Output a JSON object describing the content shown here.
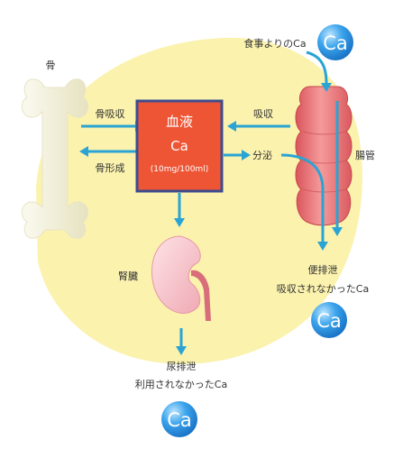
{
  "labels": {
    "bone": "骨",
    "bone_resorption": "骨吸収",
    "bone_formation": "骨形成",
    "blood_line1": "血液",
    "blood_line2": "Ca",
    "blood_line3": "(10mg/100ml)",
    "absorption": "吸収",
    "secretion": "分泌",
    "intestine": "腸管",
    "food_ca": "食事よりのCa",
    "kidney": "腎臓",
    "urine_line1": "尿排泄",
    "urine_line2": "利用されなかったCa",
    "feces_line1": "便排泄",
    "feces_line2": "吸収されなかったCa",
    "ca_badge": "Ca"
  },
  "colors": {
    "background_blob": "#fbf2ae",
    "arrow": "#2aa4d4",
    "blood_fill": "#ee5535",
    "blood_border": "#3d4c8e",
    "intestine": "#e87d80",
    "kidney": "#f7c8cf",
    "bone": "#f4f2dc",
    "badge": "#2890d8"
  },
  "icons": [
    "bone-icon",
    "intestine-icon",
    "kidney-icon",
    "ca-badge-icon"
  ]
}
